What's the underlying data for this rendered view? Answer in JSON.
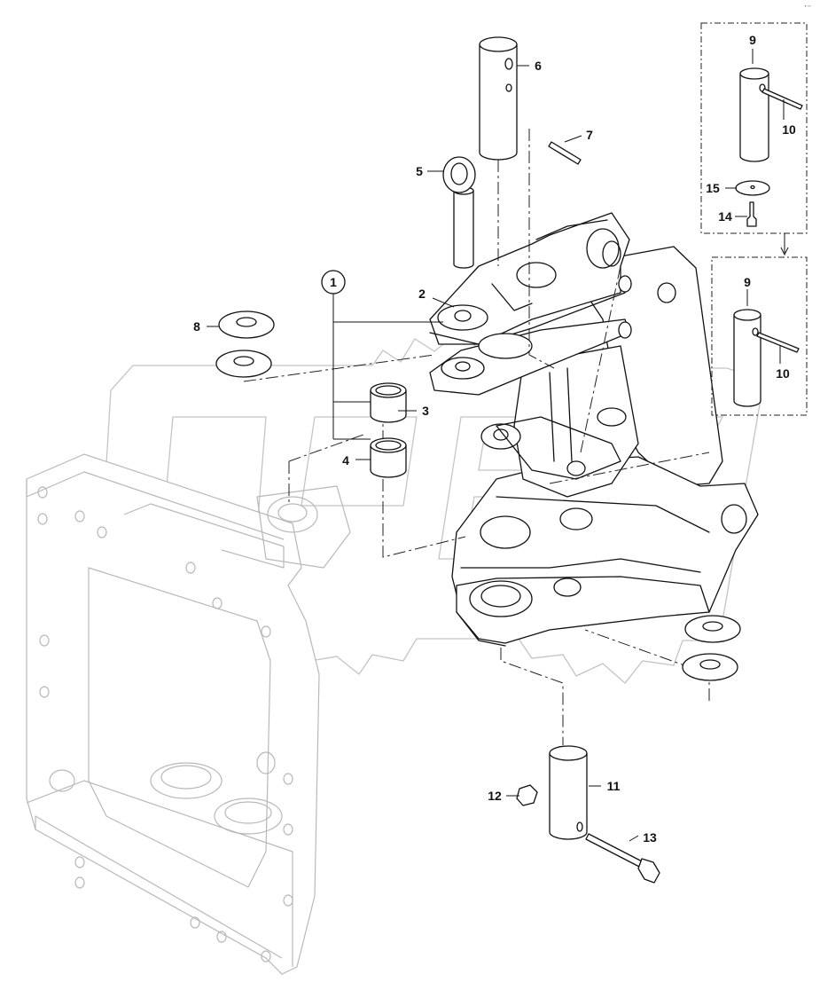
{
  "corner_mark": "▪ ▫▫▫",
  "callouts": [
    "1",
    "2",
    "3",
    "4",
    "5",
    "6",
    "7",
    "8",
    "9",
    "10",
    "11",
    "12",
    "13",
    "14",
    "15",
    "9",
    "10"
  ]
}
